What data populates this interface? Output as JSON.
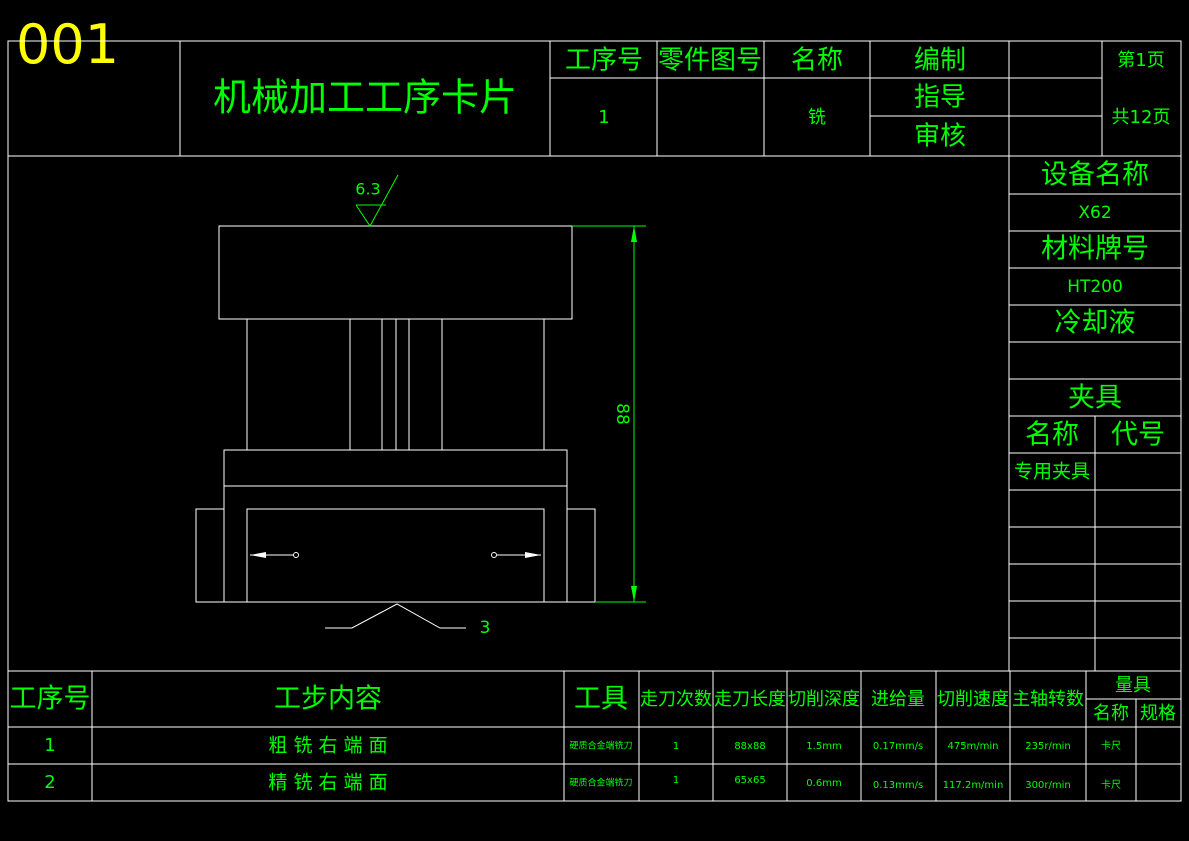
{
  "sheet_number": "001",
  "header": {
    "title": "机械加工工序卡片",
    "col_labels": [
      "工序号",
      "零件图号",
      "名称"
    ],
    "process_no": "1",
    "part_drawing_no": "",
    "name": "铣",
    "roles": [
      "编制",
      "指导",
      "审核"
    ],
    "page_current": "第1页",
    "page_total": "共12页"
  },
  "right_panel": {
    "equipment_label": "设备名称",
    "equipment_value": "X62",
    "material_label": "材料牌号",
    "material_value": "HT200",
    "coolant_label": "冷却液",
    "coolant_value": "",
    "fixture_label": "夹具",
    "fixture_name_label": "名称",
    "fixture_code_label": "代号",
    "fixture_name_value": "专用夹具"
  },
  "drawing": {
    "roughness": "6.3",
    "dimension": "88",
    "callout": "3"
  },
  "steps_table": {
    "headers": {
      "no": "工序号",
      "content": "工步内容",
      "tool": "工具",
      "passes": "走刀次数",
      "length": "走刀长度",
      "depth": "切削深度",
      "feed": "进给量",
      "speed": "切削速度",
      "rpm": "主轴转数",
      "gauge": "量具",
      "gauge_name": "名称",
      "gauge_spec": "规格"
    },
    "rows": [
      {
        "no": "1",
        "content": "粗 铣 右 端 面",
        "tool": "硬质合金端铣刀",
        "passes": "1",
        "length": "88x88",
        "depth": "1.5mm",
        "feed": "0.17mm/s",
        "speed": "475m/min",
        "rpm": "235r/min",
        "gauge_name": "卡尺",
        "gauge_spec": ""
      },
      {
        "no": "2",
        "content": "精 铣 右 端 面",
        "tool": "硬质合金端铣刀",
        "passes": "1",
        "length": "65x65",
        "depth": "0.6mm",
        "feed": "0.13mm/s",
        "speed": "117.2m/min",
        "rpm": "300r/min",
        "gauge_name": "卡尺",
        "gauge_spec": ""
      }
    ]
  }
}
